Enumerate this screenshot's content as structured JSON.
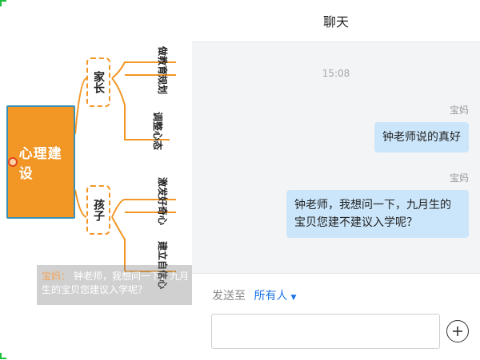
{
  "stage": {
    "root_label": "心理建设",
    "branches": [
      {
        "label": "家长",
        "leaves": [
          "做教育规划",
          "调整心态"
        ]
      },
      {
        "label": "孩子",
        "leaves": [
          "激发好奇心",
          "建立自信心"
        ]
      }
    ],
    "subtitle": {
      "speaker": "宝妈：",
      "text": "钟老师，我想问一下，九月生的宝贝您建议入学呢？"
    }
  },
  "chat": {
    "title": "聊天",
    "time": "15:08",
    "messages": [
      {
        "sender": "宝妈",
        "text": "钟老师说的真好"
      },
      {
        "sender": "宝妈",
        "text": "钟老师，我想问一下，九月生的宝贝您建不建议入学呢？"
      }
    ],
    "send_to_label": "发送至",
    "recipient": "所有人",
    "input_value": "",
    "input_placeholder": ""
  },
  "colors": {
    "accent": "#1a73e8",
    "bubble": "#cbe6fb",
    "root": "#f29626",
    "branch_line": "#f29626"
  }
}
